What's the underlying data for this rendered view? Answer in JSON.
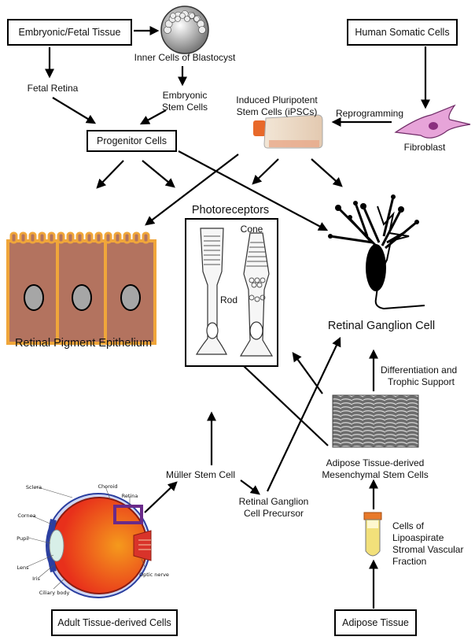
{
  "nodes": {
    "embryonic_fetal_tissue": "Embryonic/Fetal Tissue",
    "inner_cells_blastocyst": "Inner Cells of Blastocyst",
    "human_somatic_cells": "Human Somatic Cells",
    "fetal_retina": "Fetal Retina",
    "embryonic_stem_cells_1": "Embryonic",
    "embryonic_stem_cells_2": "Stem Cells",
    "ipsc_1": "Induced Pluripotent",
    "ipsc_2": "Stem Cells (iPSCs)",
    "reprogramming": "Reprogramming",
    "fibroblast": "Fibroblast",
    "progenitor_cells": "Progenitor Cells",
    "photoreceptors": "Photoreceptors",
    "cone": "Cone",
    "rod": "Rod",
    "rpe": "Retinal Pigment Epithelium",
    "rgc": "Retinal Ganglion Cell",
    "diff_1": "Differentiation and",
    "diff_2": "Trophic Support",
    "adsc_1": "Adipose Tissue-derived",
    "adsc_2": "Mesenchymal Stem Cells",
    "muller": "Müller Stem Cell",
    "rgc_precursor_1": "Retinal Ganglion",
    "rgc_precursor_2": "Cell Precursor",
    "svf_1": "Cells of",
    "svf_2": "Lipoaspirate",
    "svf_3": "Stromal Vascular",
    "svf_4": "Fraction",
    "adult_tissue": "Adult Tissue-derived Cells",
    "adipose_tissue": "Adipose Tissue"
  },
  "eye_labels": {
    "sclera": "Sclera",
    "choroid": "Choroid",
    "retina": "Retina",
    "cornea": "Cornea",
    "pupil": "Pupil",
    "lens": "Lens",
    "iris": "Iris",
    "ciliary_body": "Ciliary body",
    "optic_nerve": "Optic nerve"
  },
  "colors": {
    "rpe_cell_fill": "#b3735f",
    "rpe_border": "#f0a63a",
    "fibroblast_fill": "#e7a4d9",
    "fibroblast_nucleus": "#8b2f7f",
    "eye_red": "#e8301b",
    "eye_orange": "#f59a1c",
    "eye_blue": "#2b3fa0",
    "retina_box": "#6a2a8a",
    "tube_fill": "#f2e07a",
    "tube_cap": "#e8792a"
  }
}
